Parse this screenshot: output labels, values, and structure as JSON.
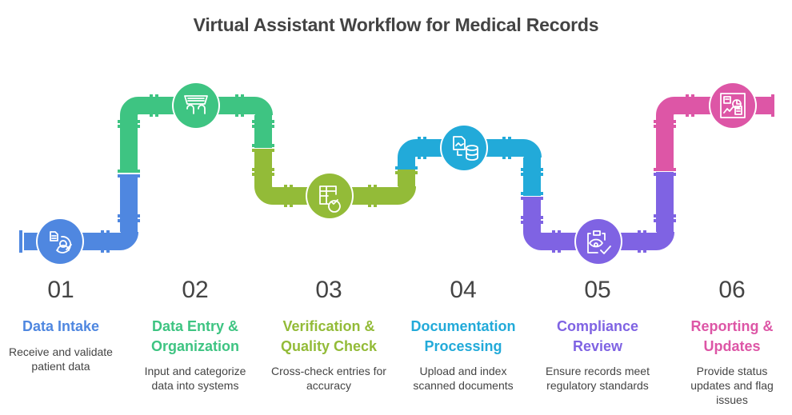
{
  "title": "Virtual Assistant Workflow for Medical Records",
  "steps": [
    {
      "number": "01",
      "heading": "Data Intake",
      "description": "Receive and validate patient data",
      "color": "#4F87E0",
      "icon": "patient-data-intake-icon"
    },
    {
      "number": "02",
      "heading": "Data Entry & Organization",
      "description": "Input and categorize data into systems",
      "color": "#3EC482",
      "icon": "keyboard-typing-icon"
    },
    {
      "number": "03",
      "heading": "Verification & Quality Check",
      "description": "Cross-check entries for accuracy",
      "color": "#93BB38",
      "icon": "table-check-icon"
    },
    {
      "number": "04",
      "heading": "Documentation Processing",
      "description": "Upload and index scanned documents",
      "color": "#22AAD9",
      "icon": "image-to-database-icon"
    },
    {
      "number": "05",
      "heading": "Compliance Review",
      "description": "Ensure records meet regulatory standards",
      "color": "#7F63E3",
      "icon": "clipboard-eye-check-icon"
    },
    {
      "number": "06",
      "heading": "Reporting & Updates",
      "description": "Provide status updates and flag issues",
      "color": "#DD56A6",
      "icon": "report-dashboard-icon"
    }
  ]
}
